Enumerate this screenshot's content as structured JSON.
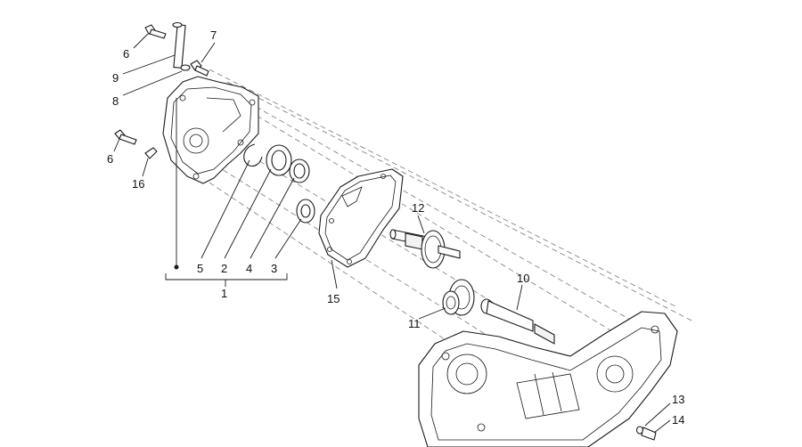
{
  "diagram": {
    "callouts": {
      "c1": "1",
      "c2": "2",
      "c3": "3",
      "c4": "4",
      "c5": "5",
      "c6a": "6",
      "c6b": "6",
      "c7": "7",
      "c8": "8",
      "c9": "9",
      "c10": "10",
      "c11": "11",
      "c12": "12",
      "c13": "13",
      "c14": "14",
      "c15": "15",
      "c16": "16"
    }
  }
}
